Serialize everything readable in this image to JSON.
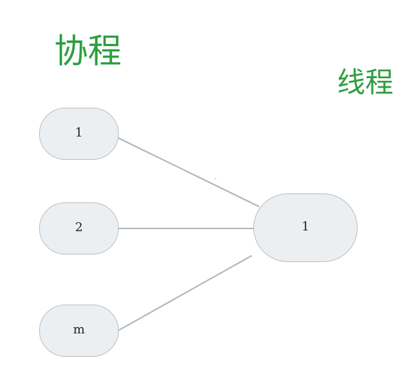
{
  "diagram": {
    "title_left": "协程",
    "title_right": "线程",
    "background_color": "#ffffff",
    "label_color": "#2e9e40",
    "node_fill": "#eceff1",
    "node_border": "#b9bec1",
    "edge_color": "#b3b6b8",
    "nodes": [
      {
        "id": "coroutine-1",
        "label": "1",
        "group": "协程"
      },
      {
        "id": "coroutine-2",
        "label": "2",
        "group": "协程"
      },
      {
        "id": "coroutine-m",
        "label": "m",
        "group": "协程"
      },
      {
        "id": "thread-1",
        "label": "1",
        "group": "线程"
      }
    ],
    "edges": [
      {
        "from": "coroutine-1",
        "to": "thread-1"
      },
      {
        "from": "coroutine-2",
        "to": "thread-1"
      },
      {
        "from": "coroutine-m",
        "to": "thread-1"
      }
    ]
  }
}
